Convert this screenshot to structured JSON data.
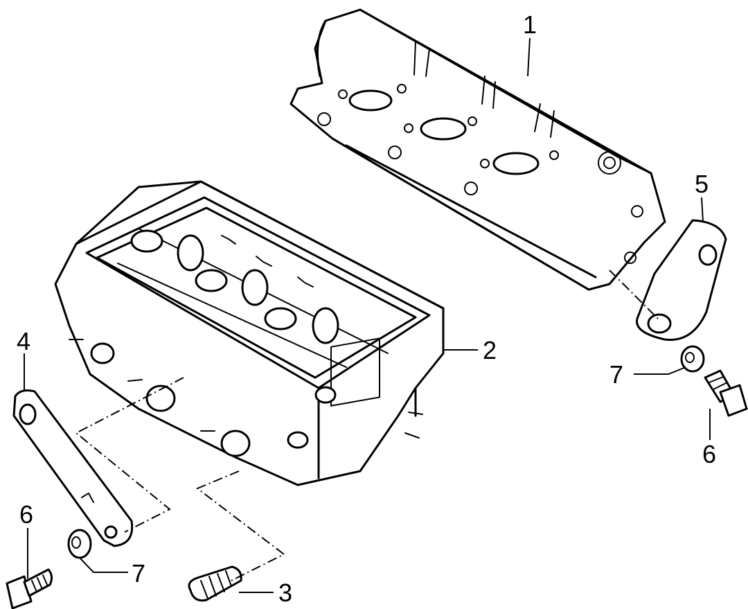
{
  "callouts": [
    {
      "id": "c1",
      "label": "1"
    },
    {
      "id": "c2",
      "label": "2"
    },
    {
      "id": "c3",
      "label": "3"
    },
    {
      "id": "c4",
      "label": "4"
    },
    {
      "id": "c5",
      "label": "5"
    },
    {
      "id": "c6a",
      "label": "6"
    },
    {
      "id": "c6b",
      "label": "6"
    },
    {
      "id": "c7a",
      "label": "7"
    },
    {
      "id": "c7b",
      "label": "7"
    }
  ]
}
